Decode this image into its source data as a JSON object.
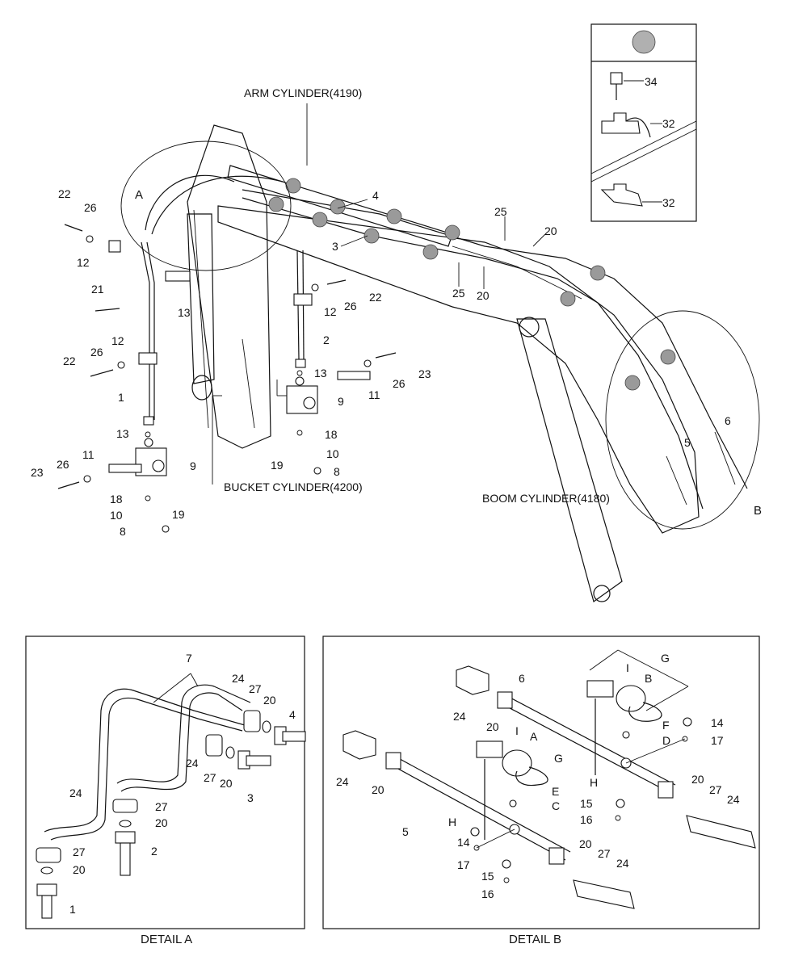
{
  "labels": {
    "arm_cylinder": "ARM CYLINDER(4190)",
    "bucket_cylinder": "BUCKET CYLINDER(4200)",
    "boom_cylinder": "BOOM CYLINDER(4180)",
    "detail_a": "DETAIL A",
    "detail_b": "DETAIL B",
    "ref_a": "A",
    "ref_b": "B"
  },
  "main_callouts": [
    "22",
    "26",
    "12",
    "21",
    "13",
    "12",
    "26",
    "22",
    "1",
    "13",
    "11",
    "26",
    "9",
    "23",
    "18",
    "10",
    "19",
    "8",
    "4",
    "3",
    "25",
    "20",
    "25",
    "20",
    "22",
    "26",
    "12",
    "2",
    "13",
    "11",
    "26",
    "23",
    "9",
    "18",
    "10",
    "19",
    "8",
    "6",
    "5"
  ],
  "inset_callouts": [
    "34",
    "32",
    "32"
  ],
  "detail_a_callouts": [
    "7",
    "24",
    "27",
    "20",
    "4",
    "24",
    "27",
    "20",
    "3",
    "24",
    "27",
    "20",
    "2",
    "27",
    "20",
    "1"
  ],
  "detail_b_callouts": [
    "6",
    "G",
    "I",
    "B",
    "24",
    "20",
    "F",
    "D",
    "14",
    "17",
    "I",
    "A",
    "G",
    "24",
    "20",
    "E",
    "C",
    "H",
    "H",
    "5",
    "15",
    "16",
    "20",
    "27",
    "24",
    "14",
    "17",
    "15",
    "16",
    "20",
    "27",
    "24"
  ]
}
